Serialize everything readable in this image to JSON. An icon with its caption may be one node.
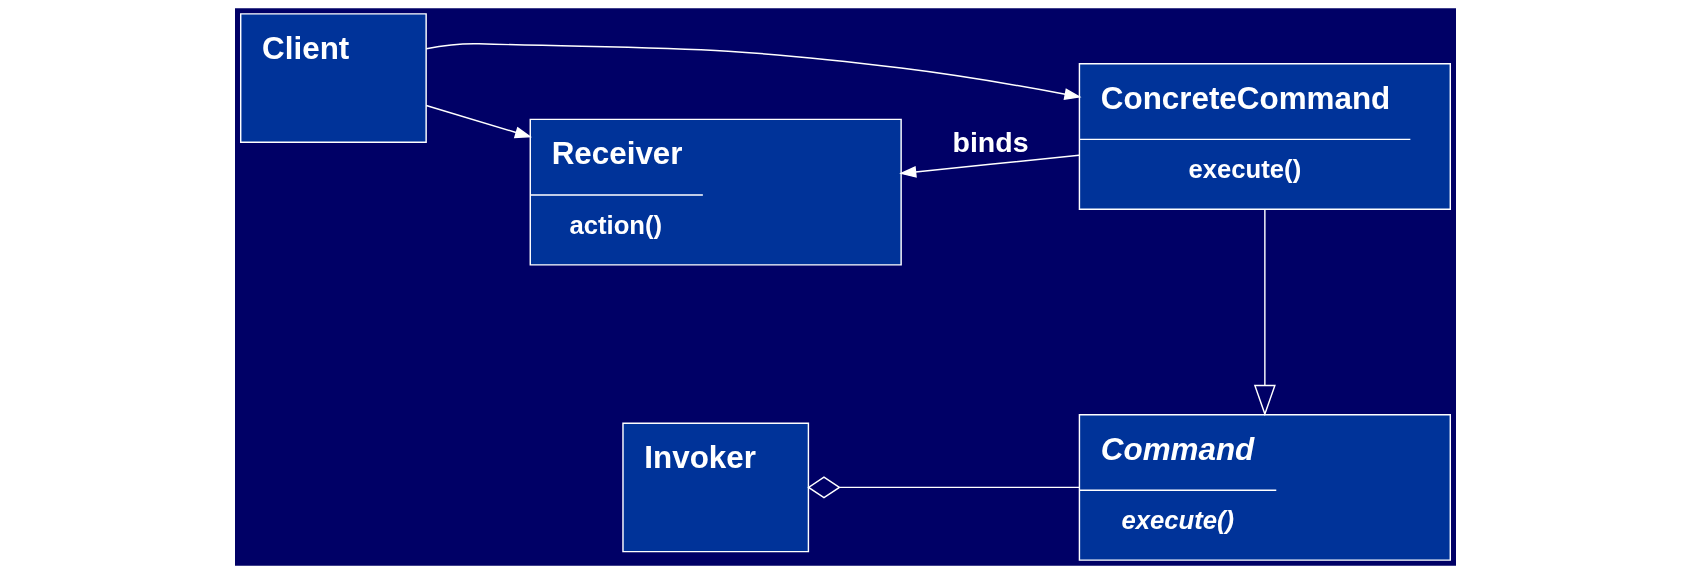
{
  "diagram": {
    "nodes": [
      {
        "text": [
          "Invoker"
        ]
      },
      {
        "text": [
          "Command",
          "execute()"
        ]
      },
      {
        "text": [
          "Client"
        ]
      },
      {
        "text": [
          "Receiver",
          "action()"
        ]
      },
      {
        "text": [
          "ConcreteCommand",
          "execute()"
        ]
      }
    ],
    "edges": [
      {
        "from": 0,
        "to": 1,
        "arrow": "other"
      },
      {
        "from": 4,
        "to": 1,
        "arrow": "to"
      },
      {
        "from": 2,
        "to": 3,
        "arrow": "to"
      },
      {
        "from": 4,
        "to": 3,
        "arrow": "to",
        "label": "binds"
      },
      {
        "from": 2,
        "to": 4,
        "arrow": "to"
      }
    ]
  }
}
